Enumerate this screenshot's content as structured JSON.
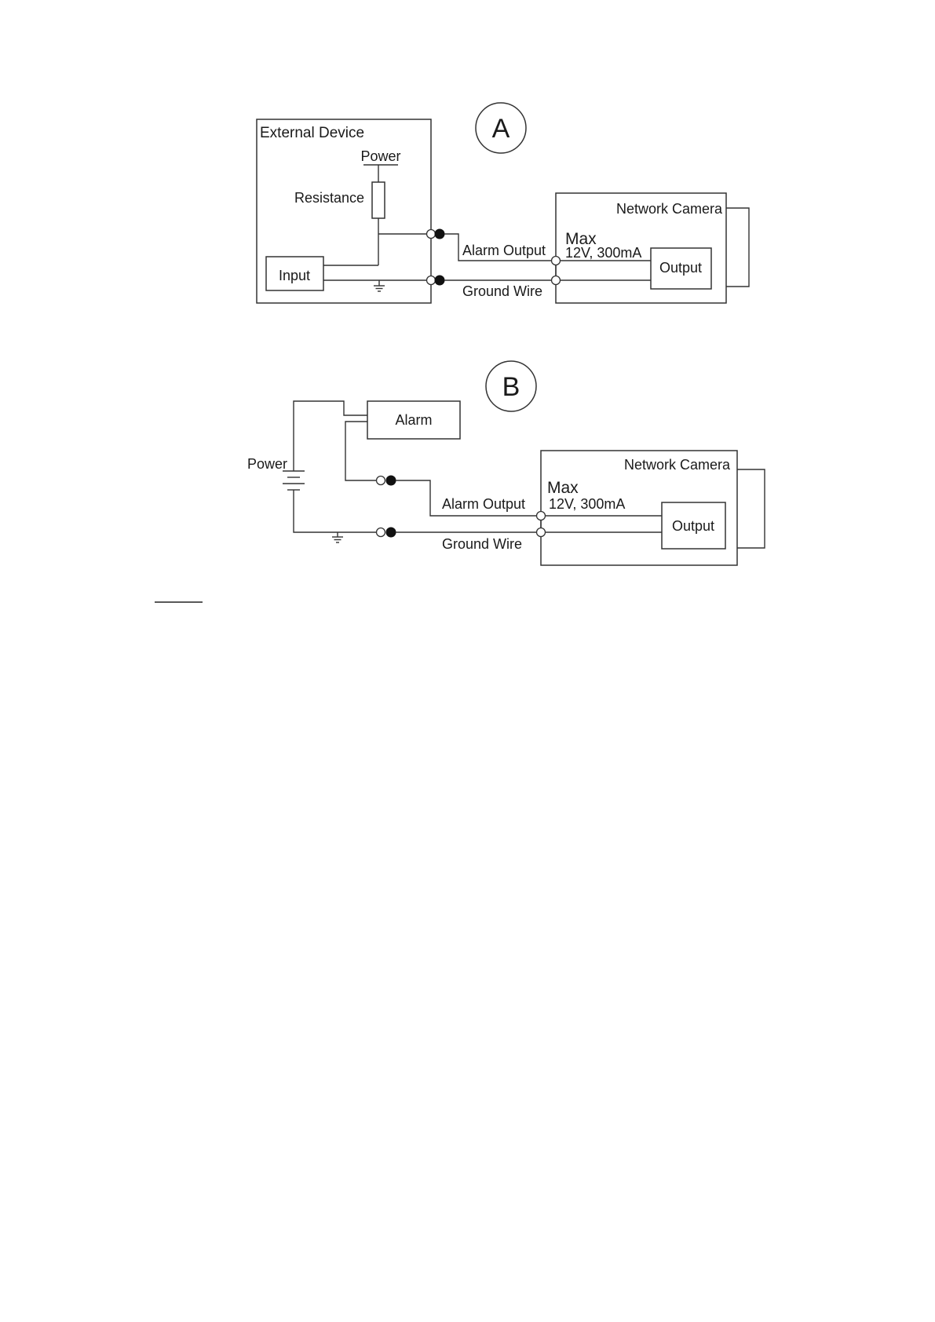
{
  "diagram_a": {
    "badge": "A",
    "external_device": "External Device",
    "power": "Power",
    "resistance": "Resistance",
    "input": "Input",
    "alarm_output": "Alarm Output",
    "ground_wire": "Ground Wire",
    "network_camera": "Network Camera",
    "max": "Max",
    "rating": "12V, 300mA",
    "output": "Output"
  },
  "diagram_b": {
    "badge": "B",
    "alarm": "Alarm",
    "power": "Power",
    "alarm_output": "Alarm Output",
    "ground_wire": "Ground Wire",
    "network_camera": "Network Camera",
    "max": "Max",
    "rating": "12V, 300mA",
    "output": "Output"
  },
  "colors": {
    "line": "#333333",
    "text": "#1a1a1a",
    "background": "#ffffff"
  }
}
